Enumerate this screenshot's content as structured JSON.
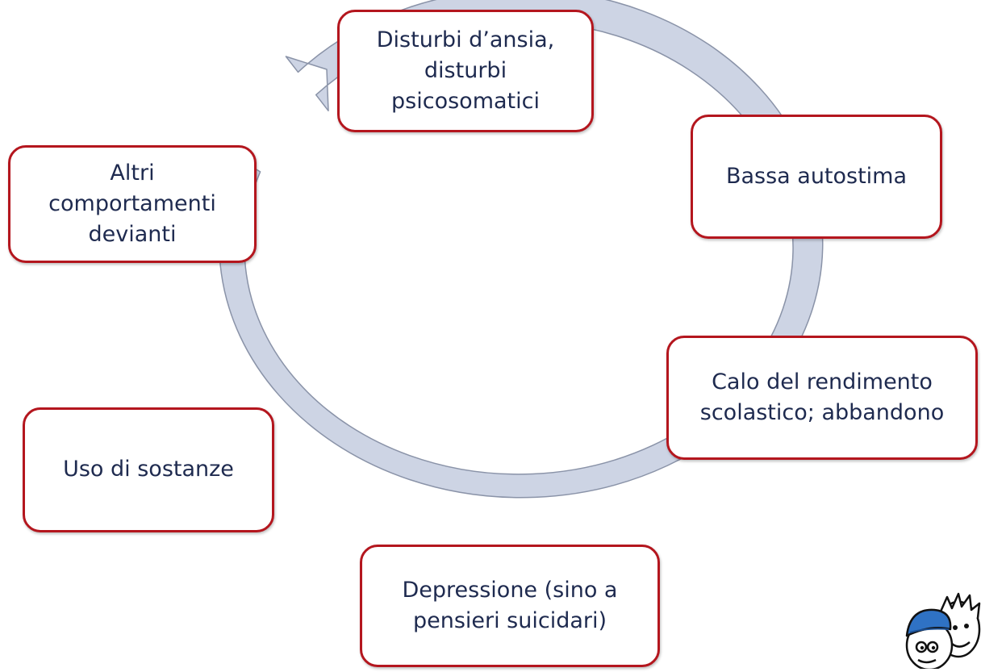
{
  "diagram": {
    "type": "cycle",
    "ring_color": "#cdd4e4",
    "ring_stroke": "#8a93a8",
    "node_border_color": "#b4161e",
    "text_color": "#1e2a4f",
    "nodes": [
      {
        "id": "ansia",
        "label": "Disturbi d’ansia,\ndisturbi\npsicosomatici"
      },
      {
        "id": "autostima",
        "label": "Bassa autostima"
      },
      {
        "id": "calo",
        "label": "Calo del rendimento\nscolastico; abbandono"
      },
      {
        "id": "depressione",
        "label": "Depressione (sino a\npensieri suicidari)"
      },
      {
        "id": "sostanze",
        "label": "Uso di sostanze"
      },
      {
        "id": "altri",
        "label": "Altri\ncomportamenti\ndevianti"
      }
    ],
    "arrow_target": "ansia"
  },
  "illustration": {
    "icon": "cartoon-kids-icon"
  }
}
